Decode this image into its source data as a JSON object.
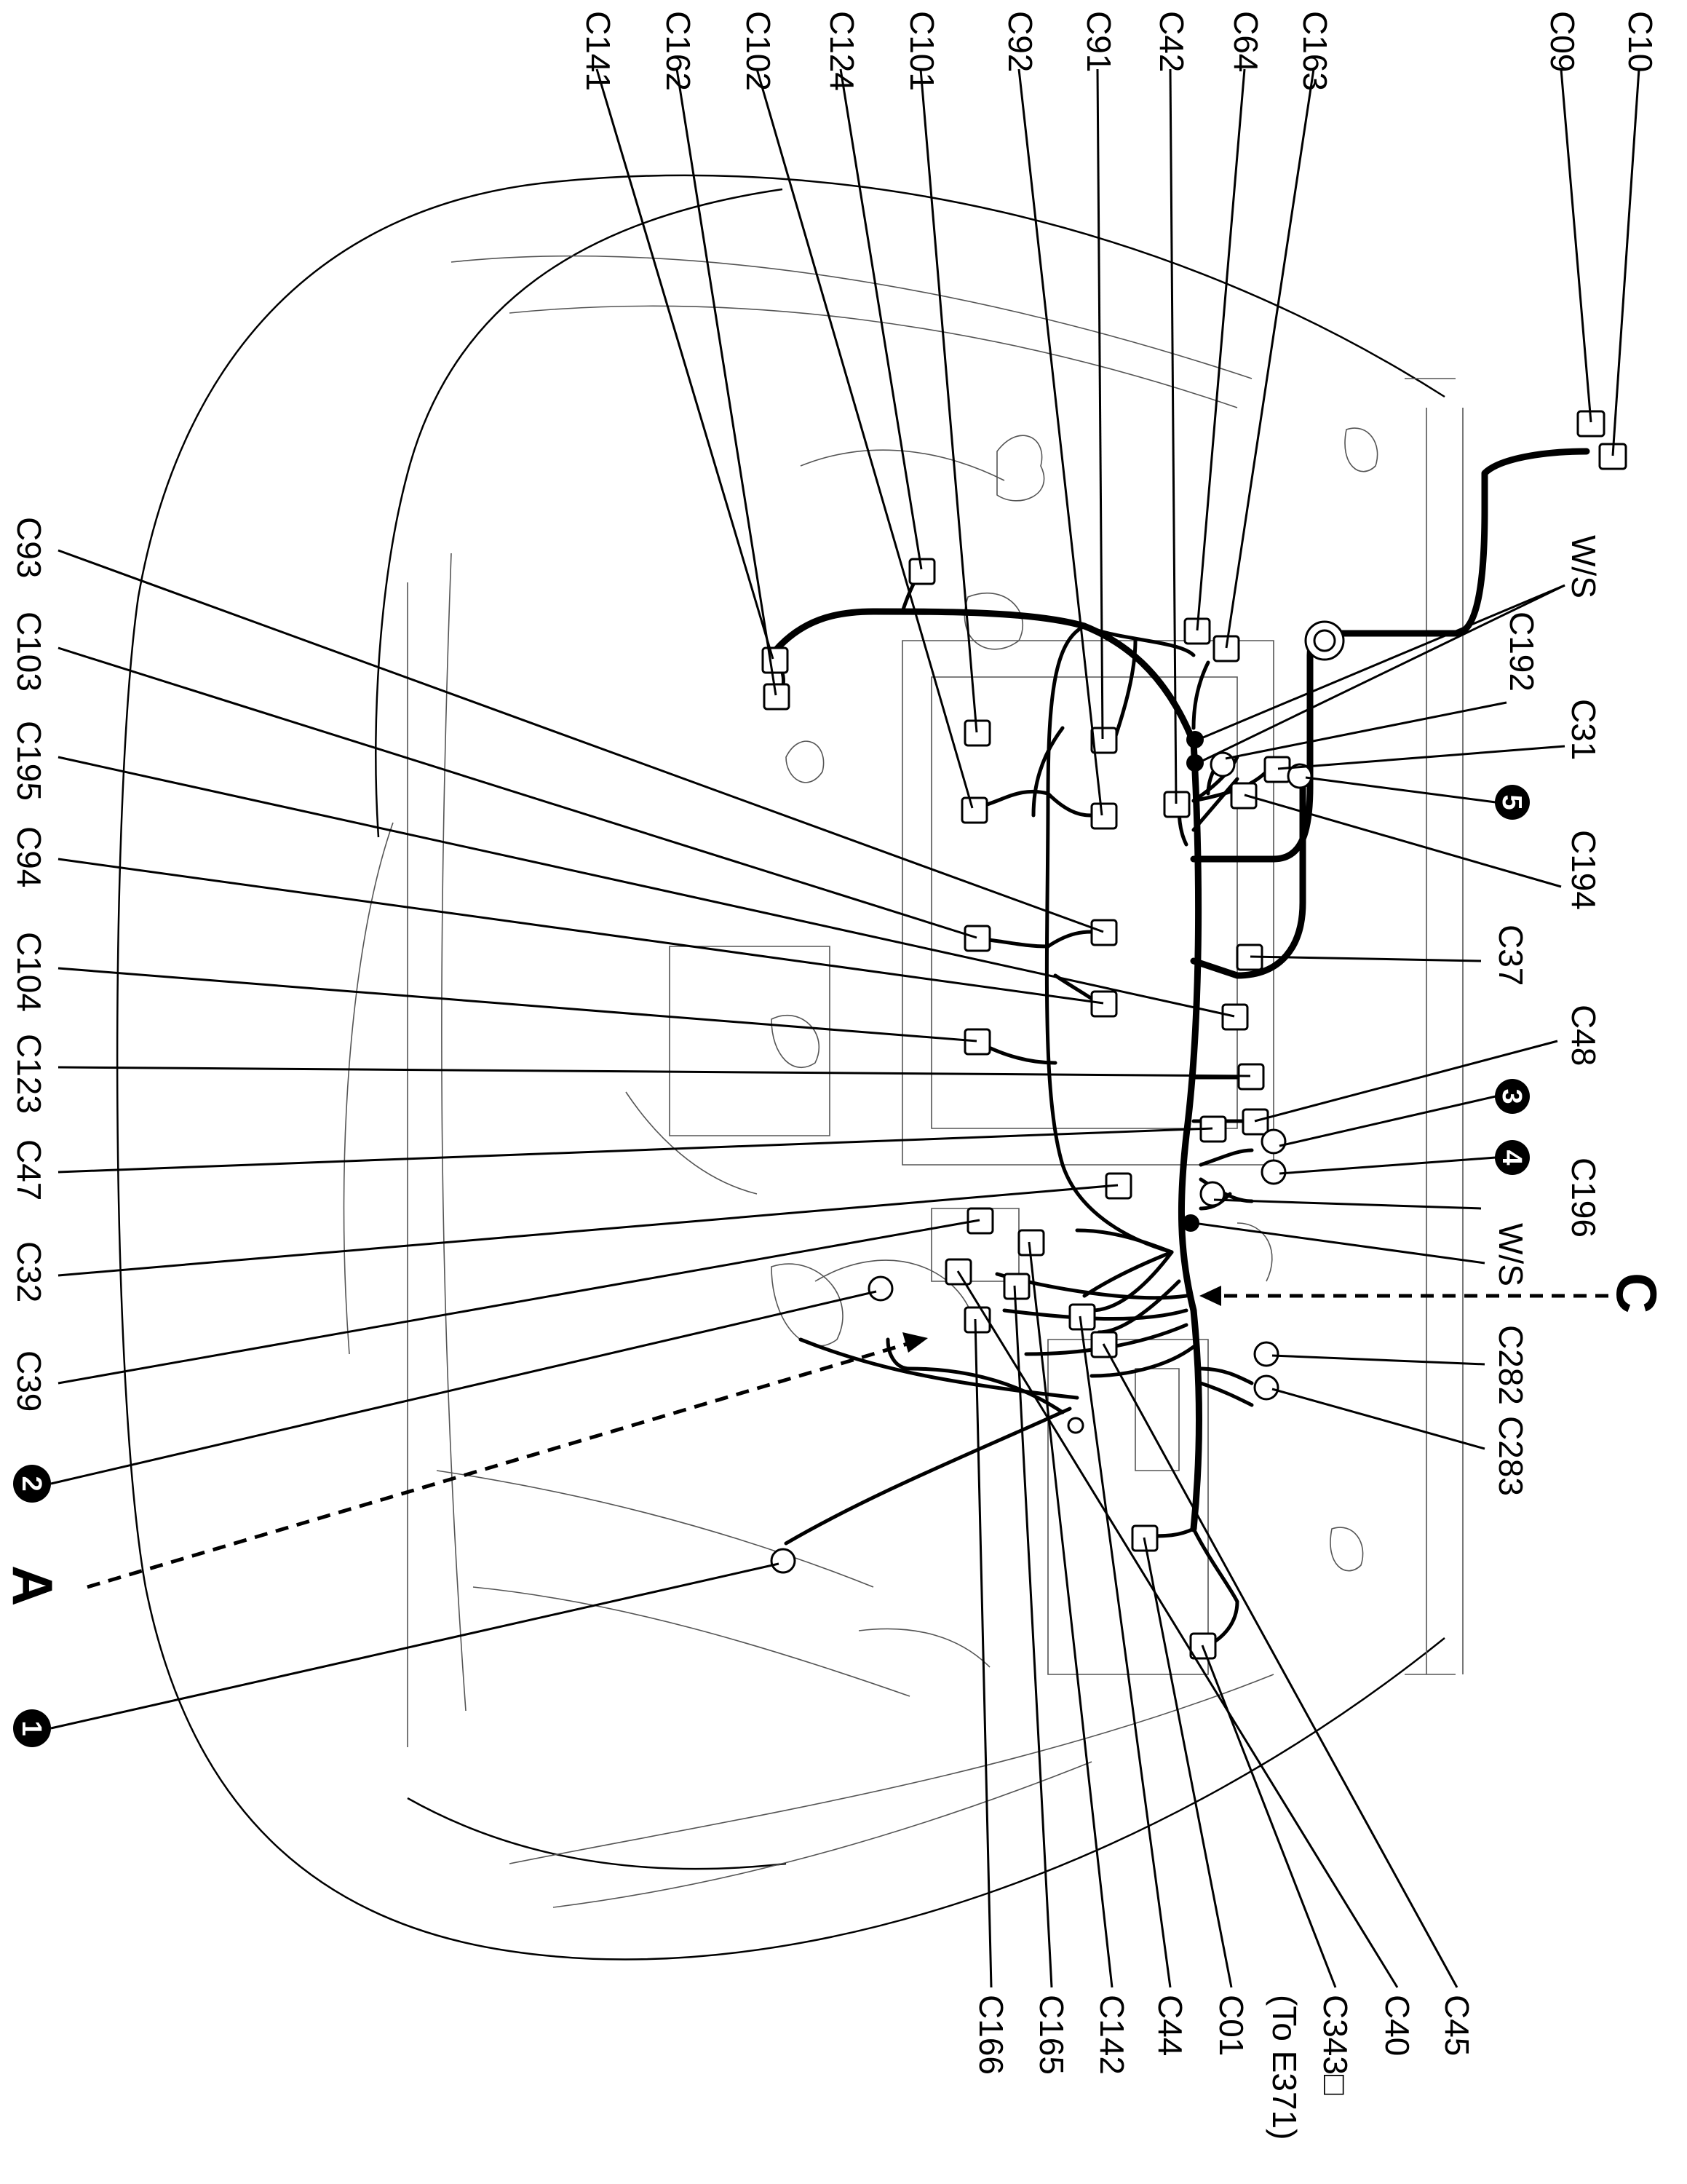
{
  "top_labels": [
    "C141",
    "C162",
    "C102",
    "C124",
    "C101",
    "C92",
    "C91",
    "C42",
    "C64",
    "C163",
    "C09",
    "C10"
  ],
  "right_labels": [
    "W/S",
    "C192",
    "C31",
    "5",
    "C194",
    "C37",
    "C48",
    "3",
    "4",
    "C196",
    "W/S",
    "C",
    "C282",
    "C283"
  ],
  "bottom_labels": [
    "C166",
    "C165",
    "C142",
    "C44",
    "C01",
    "(To E371)",
    "C343□",
    "C40",
    "C45"
  ],
  "left_labels": [
    "C93",
    "C103",
    "C195",
    "C94",
    "C104",
    "C123",
    "C47",
    "C32",
    "C39",
    "2",
    "A",
    "1"
  ]
}
